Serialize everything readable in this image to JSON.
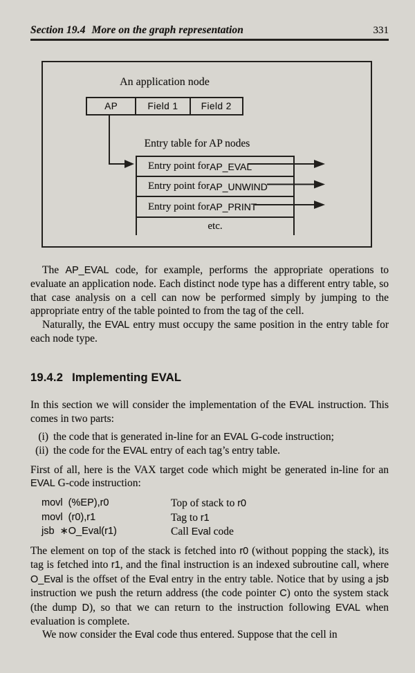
{
  "header": {
    "section_label": "Section 19.4",
    "section_title": "More on the graph representation",
    "page_number": "331"
  },
  "figure": {
    "node_title": "An application node",
    "node_cells": [
      "AP",
      "Field 1",
      "Field 2"
    ],
    "table_title": "Entry table for AP nodes",
    "rows": [
      [
        [
          "s",
          "Entry point for "
        ],
        [
          "c",
          "AP_EVAL"
        ]
      ],
      [
        [
          "s",
          "Entry point for "
        ],
        [
          "c",
          "AP_UNWIND"
        ]
      ],
      [
        [
          "s",
          "Entry point for "
        ],
        [
          "c",
          "AP_PRINT"
        ]
      ]
    ],
    "etc_label": "etc."
  },
  "intro": [
    {
      "runs": [
        [
          "s",
          "The "
        ],
        [
          "c",
          "AP_EVAL"
        ],
        [
          "s",
          " code, for example, performs the appropriate operations to evaluate an application node. Each distinct node type has a different entry table, so that case analysis on a cell can now be performed simply by jumping to the appropriate entry of the table pointed to from the tag of the cell."
        ]
      ]
    },
    {
      "runs": [
        [
          "s",
          "Naturally, the "
        ],
        [
          "c",
          "EVAL"
        ],
        [
          "s",
          " entry must occupy the same position in the entry table for each node type."
        ]
      ]
    }
  ],
  "heading": {
    "number": "19.4.2",
    "title": "Implementing EVAL"
  },
  "section_intro": {
    "runs": [
      [
        "s",
        "In this section we will consider the implementation of the "
      ],
      [
        "c",
        "EVAL"
      ],
      [
        "s",
        " instruction. This comes in two parts:"
      ]
    ]
  },
  "list": [
    {
      "label": "(i)",
      "runs": [
        [
          "s",
          "the code that is generated in-line for an "
        ],
        [
          "c",
          "EVAL"
        ],
        [
          "s",
          " G-code instruction;"
        ]
      ]
    },
    {
      "label": "(ii)",
      "runs": [
        [
          "s",
          "the code for the "
        ],
        [
          "c",
          "EVAL"
        ],
        [
          "s",
          " entry of each tag’s entry table."
        ]
      ]
    }
  ],
  "code_intro": {
    "runs": [
      [
        "s",
        "First of all, here is the VAX target code which might be generated in-line for an "
      ],
      [
        "c",
        "EVAL"
      ],
      [
        "s",
        " G-code instruction:"
      ]
    ]
  },
  "code": [
    {
      "code": "movl  (%EP),r0",
      "comment": [
        [
          "s",
          "Top of stack to "
        ],
        [
          "c",
          "r0"
        ]
      ]
    },
    {
      "code": "movl  (r0),r1",
      "comment": [
        [
          "s",
          "Tag to "
        ],
        [
          "c",
          "r1"
        ]
      ]
    },
    {
      "code": "jsb  ∗O_Eval(r1)",
      "comment": [
        [
          "s",
          "Call "
        ],
        [
          "c",
          "Eval"
        ],
        [
          "s",
          " code"
        ]
      ]
    }
  ],
  "body": [
    {
      "runs": [
        [
          "s",
          "The element on top of the stack is fetched into "
        ],
        [
          "c",
          "r0"
        ],
        [
          "s",
          " (without popping the stack), its tag is fetched into "
        ],
        [
          "c",
          "r1"
        ],
        [
          "s",
          ", and the final instruction is an indexed subroutine call, where "
        ],
        [
          "c",
          "O_Eval"
        ],
        [
          "s",
          " is the offset of the "
        ],
        [
          "c",
          "Eval"
        ],
        [
          "s",
          " entry in the entry table. Notice that by using a "
        ],
        [
          "c",
          "jsb"
        ],
        [
          "s",
          " instruction we push the return address (the code pointer "
        ],
        [
          "c",
          "C"
        ],
        [
          "s",
          ") onto the system stack (the dump "
        ],
        [
          "c",
          "D"
        ],
        [
          "s",
          "), so that we can return to the instruction following "
        ],
        [
          "c",
          "EVAL"
        ],
        [
          "s",
          " when evaluation is complete."
        ]
      ]
    },
    {
      "runs": [
        [
          "s",
          "We now consider the "
        ],
        [
          "c",
          "Eval"
        ],
        [
          "s",
          " code thus entered. Suppose that the cell in"
        ]
      ]
    }
  ]
}
